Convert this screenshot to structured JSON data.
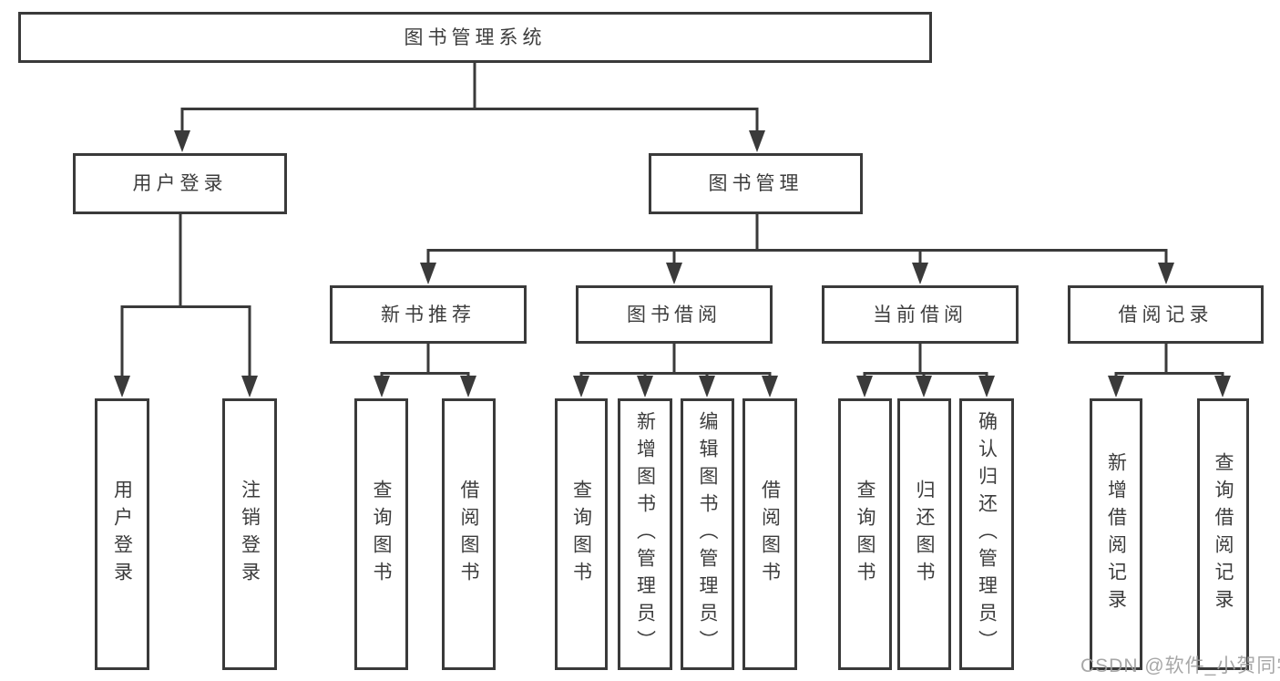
{
  "colors": {
    "line": "#3a3a3a",
    "text": "#3d3d3d",
    "background": "#ffffff",
    "watermark": "#9e9e9e"
  },
  "watermark": {
    "text": "CSDN @软件_小贺同学"
  },
  "tree": {
    "root": {
      "label": "图书管理系统"
    },
    "branches": [
      {
        "label": "用户登录",
        "children": [
          {
            "label": "用户登录"
          },
          {
            "label": "注销登录"
          }
        ]
      },
      {
        "label": "图书管理",
        "children": [
          {
            "label": "新书推荐",
            "children": [
              {
                "label": "查询图书"
              },
              {
                "label": "借阅图书"
              }
            ]
          },
          {
            "label": "图书借阅",
            "children": [
              {
                "label": "查询图书"
              },
              {
                "label": "新增图书（管理员）"
              },
              {
                "label": "编辑图书（管理员）"
              },
              {
                "label": "借阅图书"
              }
            ]
          },
          {
            "label": "当前借阅",
            "children": [
              {
                "label": "查询图书"
              },
              {
                "label": "归还图书"
              },
              {
                "label": "确认归还（管理员）"
              }
            ]
          },
          {
            "label": "借阅记录",
            "children": [
              {
                "label": "新增借阅记录"
              },
              {
                "label": "查询借阅记录"
              }
            ]
          }
        ]
      }
    ]
  }
}
